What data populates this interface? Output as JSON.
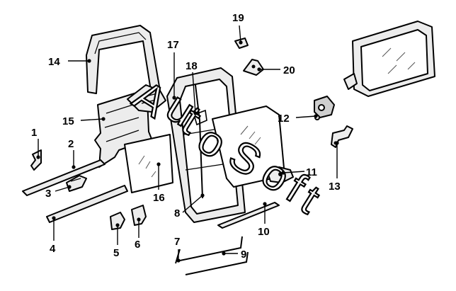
{
  "diagram": {
    "callouts": [
      "1",
      "2",
      "3",
      "4",
      "5",
      "6",
      "7",
      "8",
      "9",
      "10",
      "11",
      "12",
      "13",
      "14",
      "15",
      "16",
      "17",
      "18",
      "19",
      "20"
    ],
    "watermark": [
      "A",
      "u",
      "t",
      "o",
      "S",
      "o",
      "f",
      "t"
    ]
  }
}
